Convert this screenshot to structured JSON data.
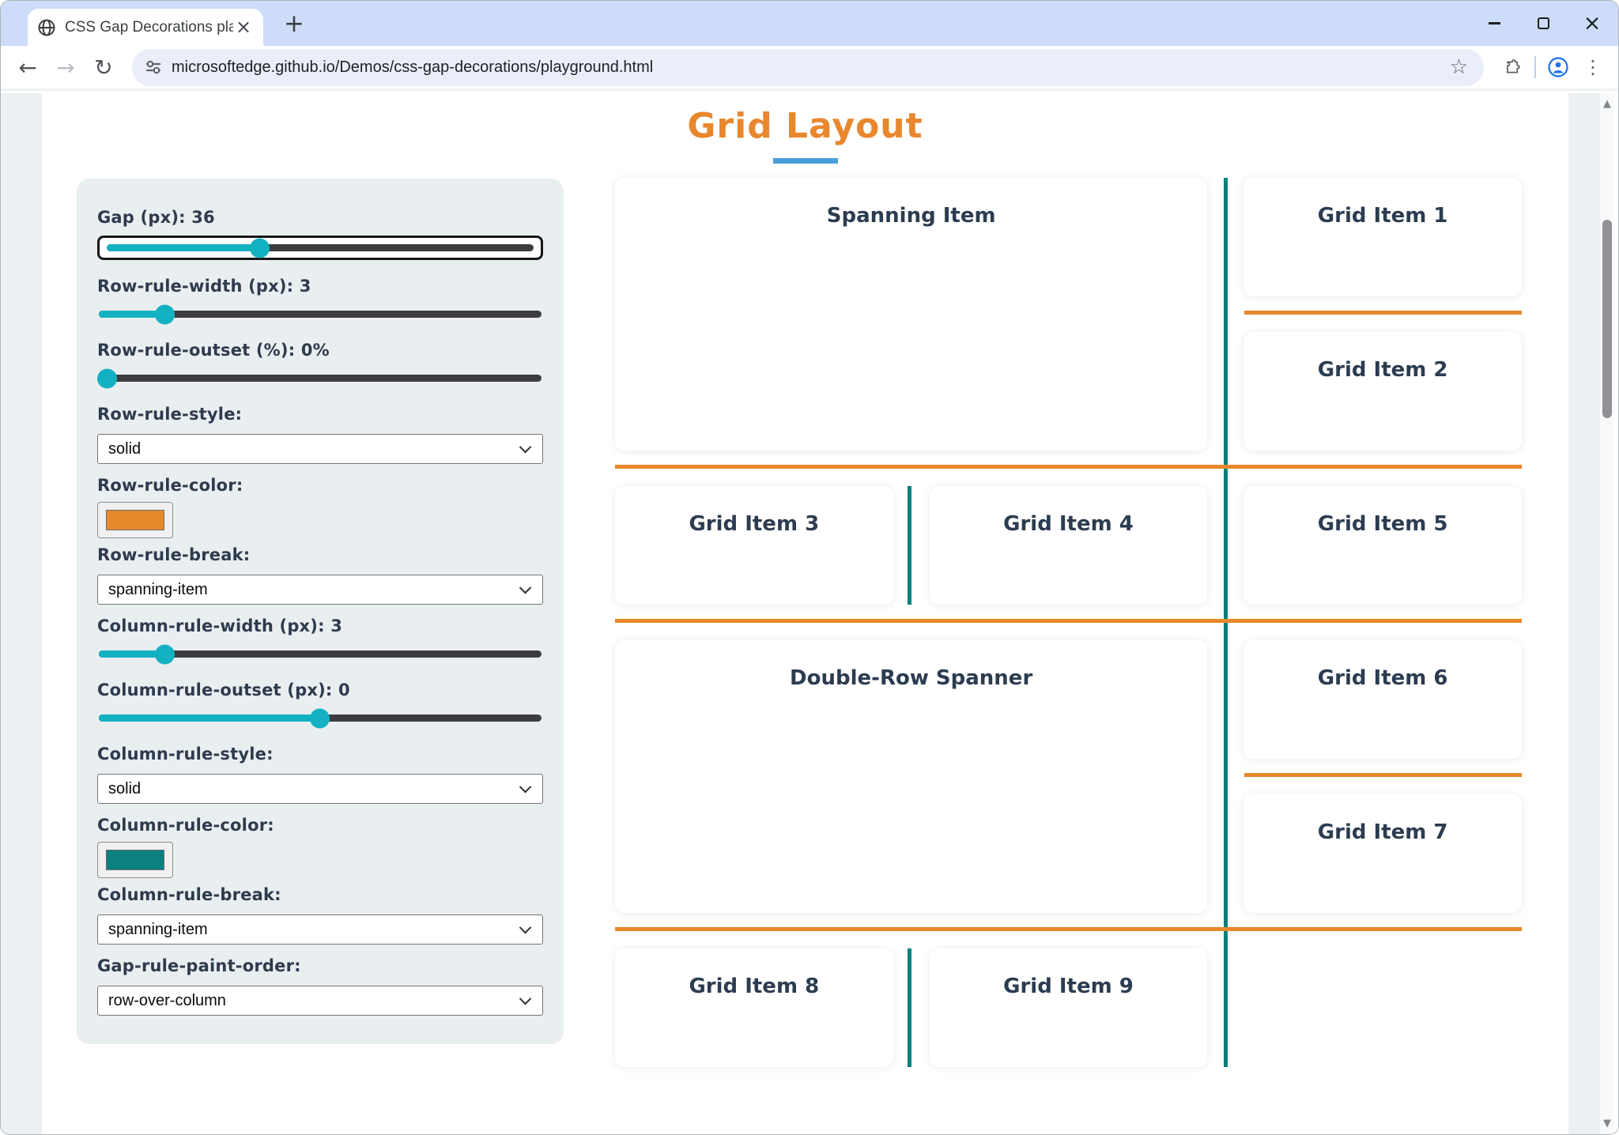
{
  "theme": {
    "tabstrip_bg": "#cddcf8",
    "urlpill_bg": "#e9eef9",
    "page_side_bg": "#edf0f2",
    "panel_bg": "#e9eef0",
    "label_color": "#2e3b4e",
    "card_text": "#2c3c50",
    "title_orange": "#e8872e",
    "title_underline": "#4a9fd9",
    "rule_orange": "#e8872b",
    "rule_teal": "#077f7b",
    "slider_fill": "#14b1c2",
    "slider_track": "#3d3d40"
  },
  "browser": {
    "tab": {
      "title": "CSS Gap Decorations playground",
      "close_glyph": "×"
    },
    "new_tab_glyph": "+",
    "window_controls": {
      "close_glyph": "×"
    },
    "toolbar": {
      "back_glyph": "←",
      "forward_glyph": "→",
      "reload_glyph": "↻",
      "url": "microsoftedge.github.io/Demos/css-gap-decorations/playground.html",
      "star_glyph": "☆",
      "menu_glyph": "⋮"
    }
  },
  "page": {
    "title": "Grid Layout",
    "panel": {
      "gap": {
        "label": "Gap (px): 36",
        "percent": "36%"
      },
      "row_width": {
        "label": "Row-rule-width (px): 3",
        "percent": "15%"
      },
      "row_outset": {
        "label": "Row-rule-outset (%): 0%",
        "percent": "2%"
      },
      "row_style": {
        "label": "Row-rule-style:",
        "value": "solid"
      },
      "row_color": {
        "label": "Row-rule-color:",
        "color": "#e8882d"
      },
      "row_break": {
        "label": "Row-rule-break:",
        "value": "spanning-item"
      },
      "col_width": {
        "label": "Column-rule-width (px): 3",
        "percent": "15%"
      },
      "col_outset": {
        "label": "Column-rule-outset (px): 0",
        "percent": "50%"
      },
      "col_style": {
        "label": "Column-rule-style:",
        "value": "solid"
      },
      "col_color": {
        "label": "Column-rule-color:",
        "color": "#0b8080"
      },
      "col_break": {
        "label": "Column-rule-break:",
        "value": "spanning-item"
      },
      "paint_order": {
        "label": "Gap-rule-paint-order:",
        "value": "row-over-column"
      }
    },
    "grid": {
      "items": [
        {
          "label": "Spanning Item"
        },
        {
          "label": "Grid Item 1"
        },
        {
          "label": "Grid Item 2"
        },
        {
          "label": "Grid Item 3"
        },
        {
          "label": "Grid Item 4"
        },
        {
          "label": "Grid Item 5"
        },
        {
          "label": "Double-Row Spanner"
        },
        {
          "label": "Grid Item 6"
        },
        {
          "label": "Grid Item 7"
        },
        {
          "label": "Grid Item 8"
        },
        {
          "label": "Grid Item 9"
        }
      ]
    },
    "scrollbar": {
      "up_glyph": "▲",
      "down_glyph": "▼"
    }
  }
}
